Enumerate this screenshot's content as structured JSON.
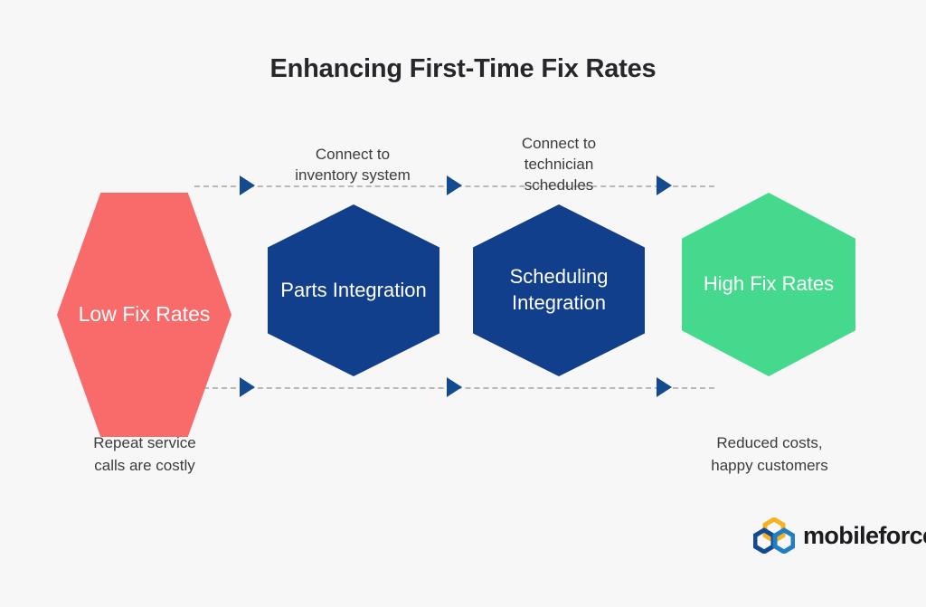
{
  "page": {
    "background_color": "#f7f7f7",
    "title": "Enhancing First-Time Fix Rates"
  },
  "diagram": {
    "type": "process-flow",
    "orientation": "left-to-right",
    "nodes": [
      {
        "id": "low-fix-rates",
        "label": "Low Fix Rates",
        "shape": "hexagon-flat-top",
        "color": "#f96a6a",
        "role": "start-state"
      },
      {
        "id": "parts-integration",
        "label": "Parts\nIntegration",
        "shape": "hexagon-pointy-top",
        "color": "#113f8c",
        "role": "process-step"
      },
      {
        "id": "scheduling-integration",
        "label": "Scheduling\nIntegration",
        "shape": "hexagon-pointy-top",
        "color": "#113f8c",
        "role": "process-step"
      },
      {
        "id": "high-fix-rates",
        "label": "High Fix\nRates",
        "shape": "hexagon-pointy-top",
        "color": "#45d98d",
        "role": "end-state"
      }
    ],
    "connectors": {
      "line_style": "dashed",
      "line_color": "#b9b9b9",
      "arrow_color": "#144a8f",
      "arrow_count_per_rail": 3,
      "rails": [
        "top",
        "bottom"
      ]
    },
    "step_labels": [
      {
        "id": "step-1",
        "text": "Connect to\ninventory system"
      },
      {
        "id": "step-2",
        "text": "Connect to\ntechnician\nschedules"
      }
    ],
    "captions": [
      {
        "id": "caption-left",
        "text": "Repeat service\ncalls are costly"
      },
      {
        "id": "caption-right",
        "text": "Reduced costs,\nhappy customers"
      }
    ]
  },
  "logo": {
    "text": "mobileforce",
    "mark_colors": {
      "top": "#f5b323",
      "left": "#144a8f",
      "right": "#1f7ec4"
    }
  }
}
